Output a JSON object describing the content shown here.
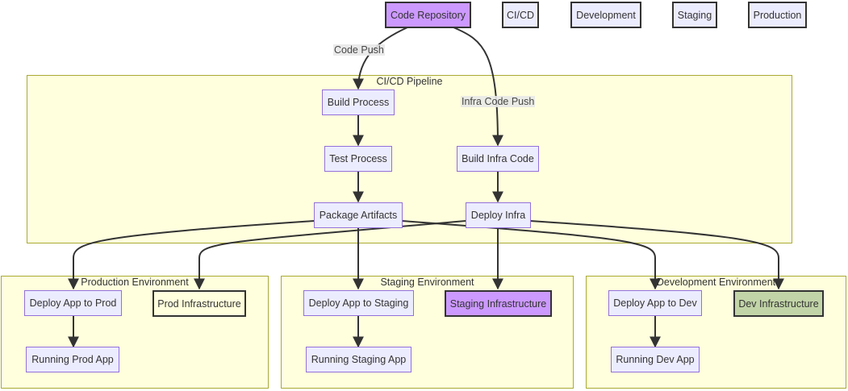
{
  "legend": {
    "ci_cd": "CI/CD",
    "development": "Development",
    "staging": "Staging",
    "production": "Production"
  },
  "nodes": {
    "code_repository": "Code Repository",
    "build_process": "Build Process",
    "test_process": "Test Process",
    "package_artifacts": "Package Artifacts",
    "build_infra_code": "Build Infra Code",
    "deploy_infra": "Deploy Infra",
    "deploy_app_prod": "Deploy App to Prod",
    "prod_infrastructure": "Prod Infrastructure",
    "running_prod_app": "Running Prod App",
    "deploy_app_staging": "Deploy App to Staging",
    "staging_infrastructure": "Staging Infrastructure",
    "running_staging_app": "Running Staging App",
    "deploy_app_dev": "Deploy App to Dev",
    "dev_infrastructure": "Dev Infrastructure",
    "running_dev_app": "Running Dev App"
  },
  "clusters": {
    "cicd_pipeline": "CI/CD Pipeline",
    "production_environment": "Production Environment",
    "staging_environment": "Staging Environment",
    "development_environment": "Development Environment"
  },
  "edge_labels": {
    "code_push": "Code Push",
    "infra_code_push": "Infra Code Push"
  },
  "colors": {
    "cluster_fill": "#ffffde",
    "cluster_border": "#aaaa33",
    "node_fill": "#ececff",
    "node_border": "#9370db",
    "repository_fill": "#cc99ff",
    "staging_infra_fill": "#cc99ff",
    "dev_infra_fill": "#c1d4a7",
    "edge": "#333333"
  }
}
